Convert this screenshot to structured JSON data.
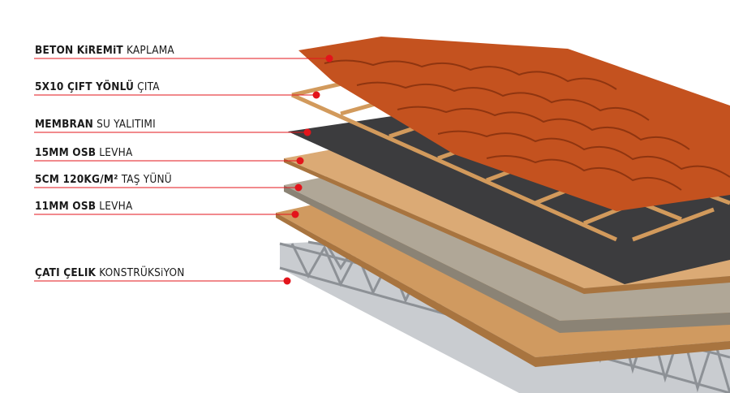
{
  "labels": [
    {
      "bold": "BETON KiREMiT",
      "regular": "KAPLAMA"
    },
    {
      "bold": "5X10 ÇIFT YÖNLÜ",
      "regular": "ÇITA"
    },
    {
      "bold": "MEMBRAN",
      "regular": "SU YALITIMI"
    },
    {
      "bold": "15MM OSB",
      "regular": "LEVHA"
    },
    {
      "bold": "5CM 120KG/M²",
      "regular": "TAŞ YÜNÜ"
    },
    {
      "bold": "11MM OSB",
      "regular": "LEVHA"
    },
    {
      "bold": "ÇATI ÇELIK",
      "regular": "KONSTRÜKSiYON"
    }
  ],
  "colors": {
    "accent": "#e3141b",
    "tile": "#c4521f",
    "batten": "#d9a066",
    "membrane": "#3c3c3e",
    "osb": "#d4a06a",
    "wool": "#a89f90",
    "steel": "#b8bcc0"
  }
}
